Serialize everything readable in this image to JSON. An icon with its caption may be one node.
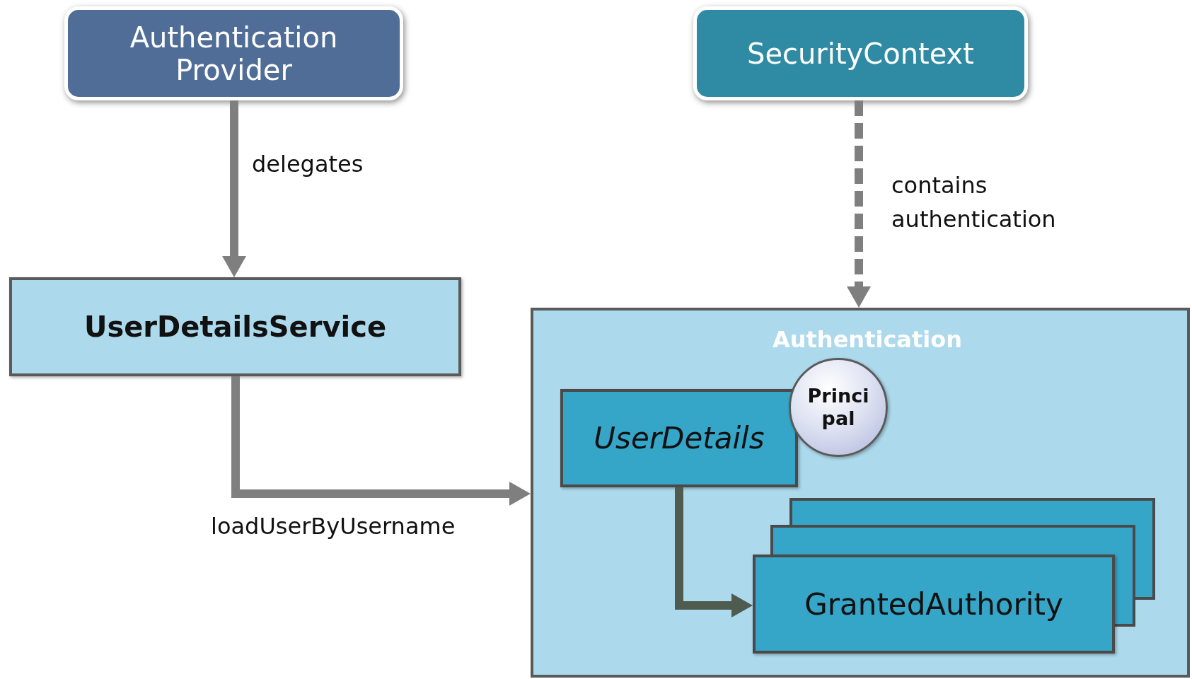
{
  "diagram": {
    "nodes": [
      {
        "text": [
          "Authentication Provider"
        ]
      },
      {
        "text": [
          "SecurityContext"
        ]
      },
      {
        "text": [
          "UserDetailsService"
        ]
      },
      {
        "text": [
          "Authentication"
        ]
      },
      {
        "text": [
          "UserDetails"
        ],
        "in": 3
      },
      {
        "text": [
          "Princi pal"
        ],
        "in": 3
      },
      {
        "text": [],
        "shape": "box",
        "in": 3
      },
      {
        "text": [],
        "shape": "box",
        "in": 3
      },
      {
        "text": [
          "GrantedAuthority"
        ],
        "in": 3
      }
    ],
    "edges": [
      {
        "from": 0,
        "to": 2,
        "arrow": "to",
        "label": "delegates"
      },
      {
        "from": 1,
        "to": 3,
        "arrow": "to",
        "label": "contains authentication",
        "style": "dashed"
      },
      {
        "from": 2,
        "to": 3,
        "arrow": "to",
        "label": "loadUserByUsername"
      },
      {
        "from": 4,
        "to": 8,
        "arrow": "to",
        "color": "#4f5b4f"
      }
    ]
  }
}
